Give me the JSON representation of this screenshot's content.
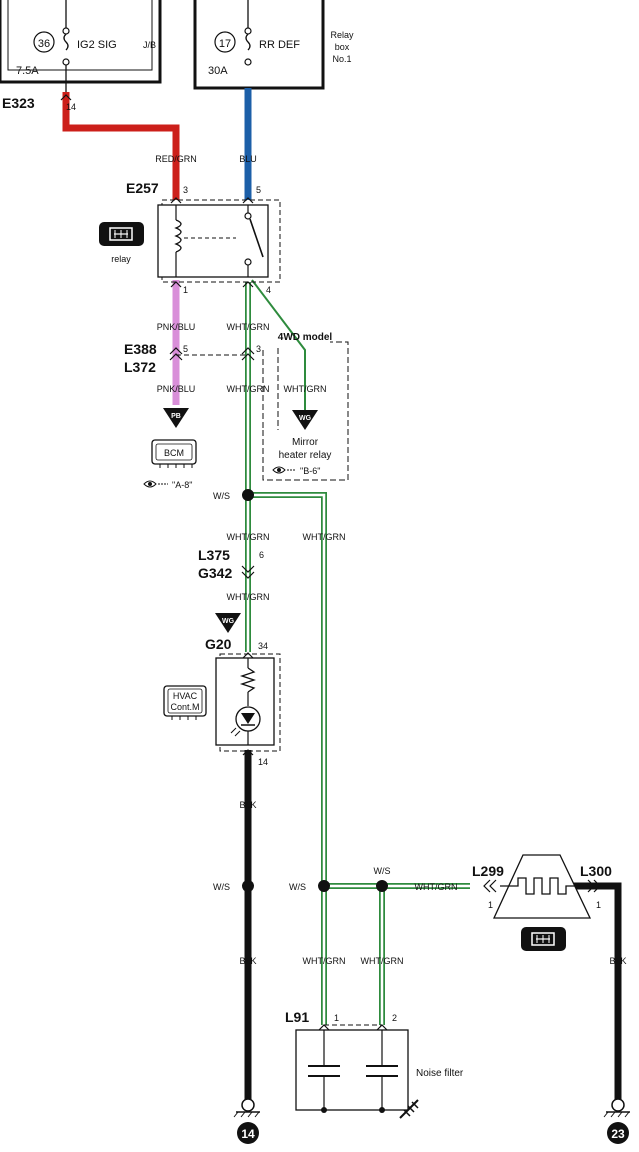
{
  "fuses": {
    "left": {
      "number": "36",
      "name": "IG2 SIG",
      "rating": "7.5A",
      "box": "J/B"
    },
    "right": {
      "number": "17",
      "name": "RR DEF",
      "rating": "30A",
      "box_line1": "Relay",
      "box_line2": "box",
      "box_line3": "No.1"
    }
  },
  "connectors": {
    "e323": {
      "code": "E323",
      "pin": "14"
    },
    "e257": {
      "code": "E257",
      "pin_coil_top": "3",
      "pin_switch_top": "5",
      "pin_coil_bottom": "1",
      "pin_switch_bottom": "4"
    },
    "e388": {
      "code": "E388",
      "code2": "L372",
      "pin_left": "5",
      "pin_right": "3"
    },
    "l375": {
      "code": "L375",
      "code2": "G342",
      "pin": "6"
    },
    "g20": {
      "code": "G20",
      "pin_top": "34",
      "pin_bottom": "14"
    },
    "l299": {
      "code": "L299",
      "pin": "1"
    },
    "l300": {
      "code": "L300",
      "pin": "1"
    },
    "l91": {
      "code": "L91",
      "pin1": "1",
      "pin2": "2"
    }
  },
  "wires": {
    "red_grn": "RED/GRN",
    "blu": "BLU",
    "pnk_blu_1": "PNK/BLU",
    "pnk_blu_2": "PNK/BLU",
    "wht_grn_1": "WHT/GRN",
    "wht_grn_2": "WHT/GRN",
    "wht_grn_3": "WHT/GRN",
    "wht_grn_4": "WHT/GRN",
    "wht_grn_5": "WHT/GRN",
    "wht_grn_6": "WHT/GRN",
    "wht_grn_7": "WHT/GRN",
    "wht_grn_8": "WHT/GRN",
    "wht_grn_9": "WHT/GRN",
    "blk_1": "BLK",
    "blk_2": "BLK",
    "blk_3": "BLK"
  },
  "splices": {
    "ws1": "W/S",
    "ws2": "W/S",
    "ws3": "W/S",
    "ws4": "W/S"
  },
  "components": {
    "relay_label": "relay",
    "bcm": "BCM",
    "bcm_ref": "\"A-8\"",
    "hvac_line1": "HVAC",
    "hvac_line2": "Cont.M",
    "mirror_line1": "Mirror",
    "mirror_line2": "heater relay",
    "mirror_ref": "\"B-6\"",
    "model_note": "4WD model",
    "noise_filter": "Noise filter",
    "pb_tag": "PB",
    "wg_tag_1": "WG",
    "wg_tag_2": "WG"
  },
  "grounds": {
    "left": "14",
    "right": "23"
  },
  "colors": {
    "red": "#cc1f1a",
    "blue": "#1c5fa8",
    "pink": "#d98fd9",
    "green": "#2e8b3d",
    "black": "#111111"
  }
}
